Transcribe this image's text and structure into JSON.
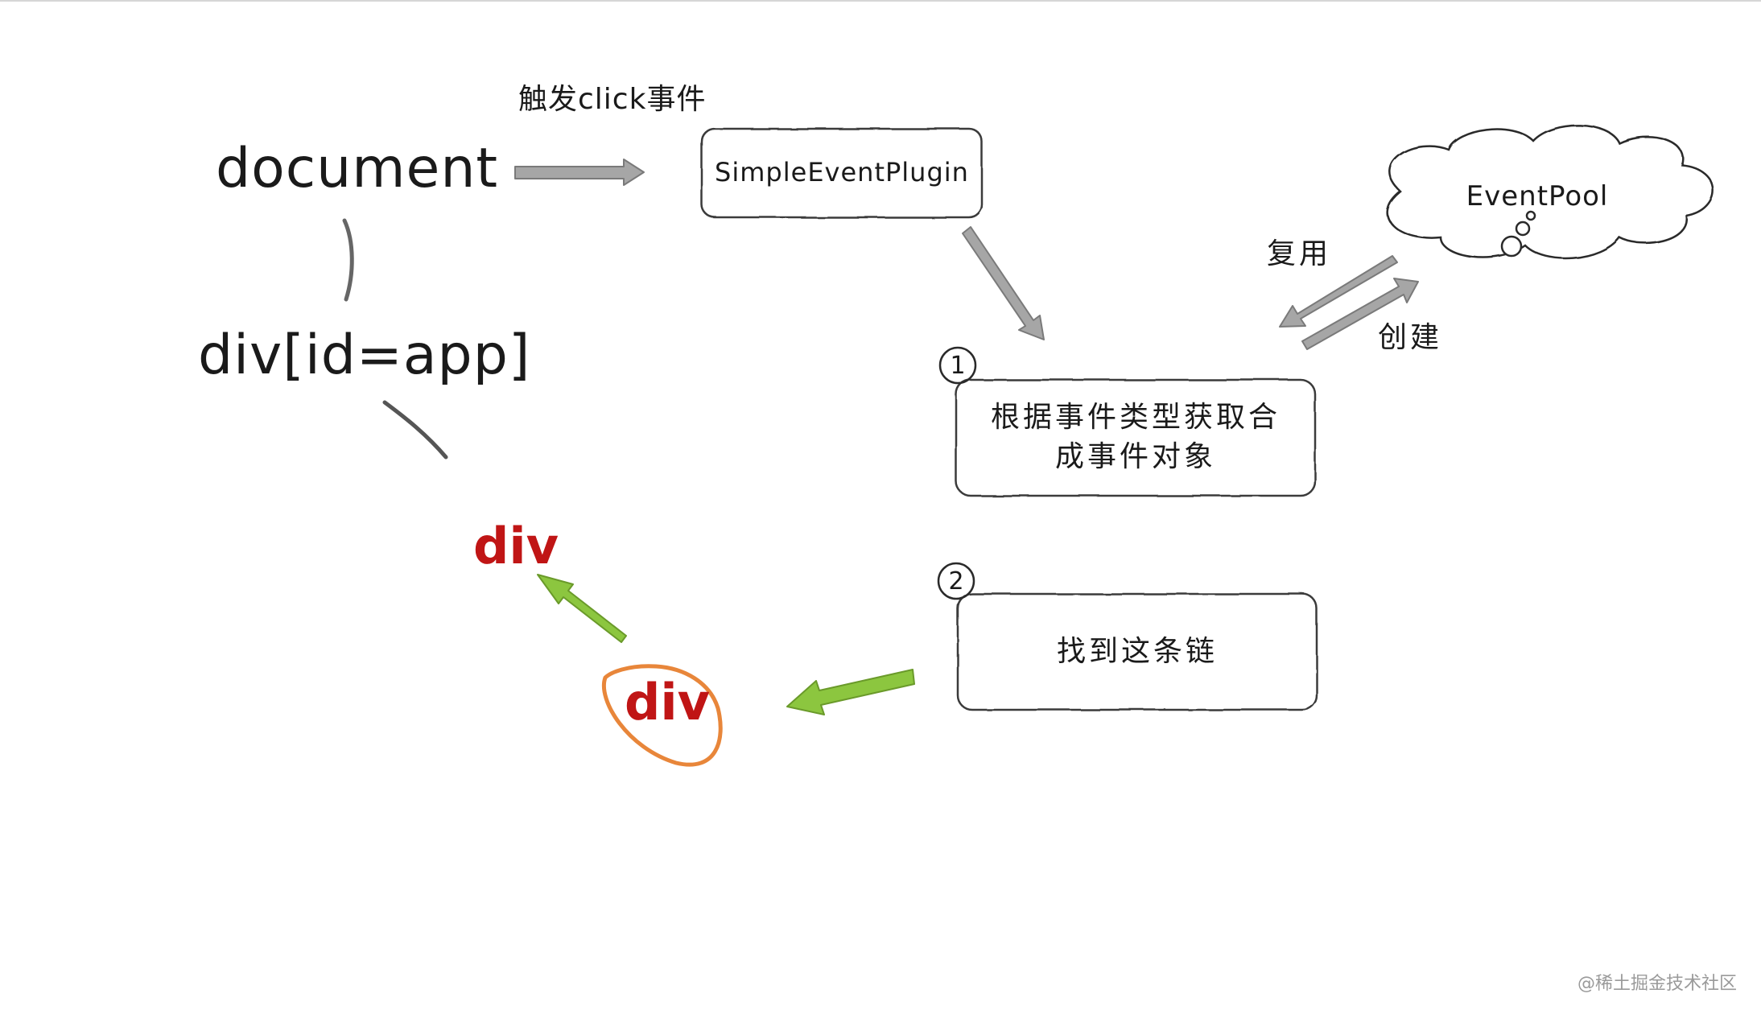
{
  "nodes": {
    "document": "document",
    "div_app": "div[id=app]",
    "div_parent": "div",
    "div_target": "div"
  },
  "labels": {
    "trigger_click": "触发click事件",
    "reuse": "复用",
    "create": "创建"
  },
  "boxes": {
    "plugin": "SimpleEventPlugin",
    "event_pool": "EventPool",
    "step1": "根据事件类型获取合\n成事件对象",
    "step2": "找到这条链"
  },
  "steps": {
    "one": "1",
    "two": "2"
  },
  "watermark": "@稀土掘金技术社区",
  "colors": {
    "arrow_gray": "#a6a6a6",
    "arrow_green": "#8cc63f",
    "div_red": "#c01515",
    "circle_orange": "#e8863a",
    "connector_gray": "#666666"
  }
}
